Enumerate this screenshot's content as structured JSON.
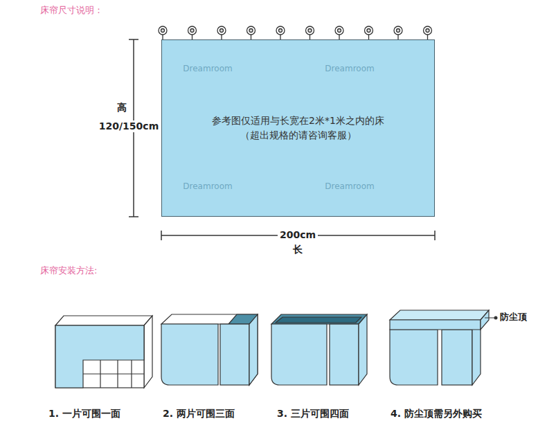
{
  "diagram": {
    "title": "床帘尺寸说明：",
    "nodes": [
      {
        "text": [
          "参考图仅适用与长宽在2米*1米之内的床",
          "（超出规格的请咨询客服）"
        ]
      }
    ],
    "edges": [],
    "labels": [
      "高",
      "120/150cm",
      "200cm",
      "长",
      "Dreamroom",
      "Dreamroom",
      "Dreamroom",
      "Dreamroom",
      "床帘安装方法:",
      "1. 一片可围一面",
      "2. 两片可围三面",
      "3. 三片可围四面",
      "4. 防尘顶需另外购买",
      "防尘顶"
    ]
  }
}
